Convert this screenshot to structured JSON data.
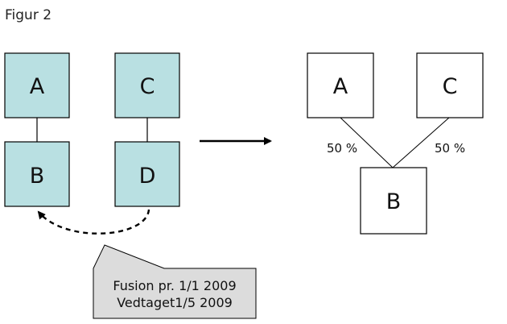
{
  "figure": {
    "title": "Figur 2"
  },
  "colors": {
    "before_box_fill": "#b9e0e2",
    "after_box_fill": "#ffffff",
    "callout_fill": "#dcdcdc",
    "line": "#000000"
  },
  "before": {
    "boxes": [
      {
        "label": "A"
      },
      {
        "label": "B"
      },
      {
        "label": "C"
      },
      {
        "label": "D"
      }
    ]
  },
  "after": {
    "boxes": [
      {
        "label": "A"
      },
      {
        "label": "C"
      },
      {
        "label": "B"
      }
    ],
    "ownership": [
      {
        "value": "50 %"
      },
      {
        "value": "50 %"
      }
    ]
  },
  "callout": {
    "line1": "Fusion pr. 1/1 2009",
    "line2": "Vedtaget1/5 2009"
  }
}
